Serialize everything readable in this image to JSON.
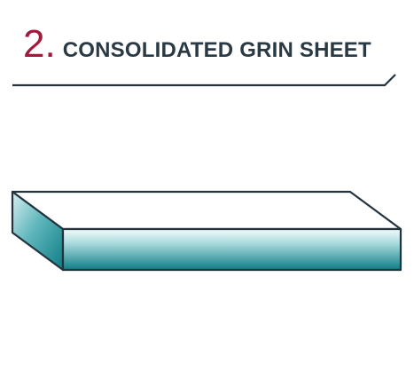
{
  "heading": {
    "number": "2.",
    "title": "CONSOLIDATED GRIN SHEET"
  },
  "colors": {
    "number": "#a11a3c",
    "title": "#2a3a45",
    "outline": "#24343f",
    "slab_teal_dark": "#0e7a82",
    "slab_teal_light": "#e9f5f6"
  },
  "figure": {
    "shape": "rectangular slab (isometric)"
  }
}
